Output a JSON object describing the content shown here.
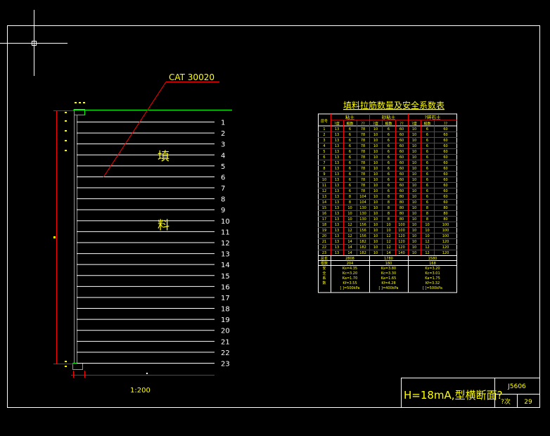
{
  "colors": {
    "background": "#000000",
    "frame": "#ffffff",
    "yellow": "#ffff00",
    "green": "#00ff00",
    "red": "#ff0000",
    "white": "#ffffff"
  },
  "drawing": {
    "leader_label": "CAT  30020",
    "fill_char_1": "填",
    "fill_char_2": "料",
    "scale": "1:200",
    "layer_numbers": [
      "1",
      "2",
      "3",
      "4",
      "5",
      "6",
      "7",
      "8",
      "9",
      "10",
      "11",
      "12",
      "13",
      "14",
      "15",
      "16",
      "17",
      "18",
      "19",
      "20",
      "21",
      "22",
      "23"
    ]
  },
  "table": {
    "title": "填料拉筋数量及安全系数表",
    "corner_header": "层号",
    "groups": [
      "粘土",
      "砂粘土",
      "?碎石土"
    ],
    "sub_headers": [
      "?度",
      "根数",
      "??"
    ],
    "rows": [
      [
        "1",
        "13",
        "6",
        "78",
        "10",
        "6",
        "60",
        "10",
        "6",
        "60"
      ],
      [
        "2",
        "13",
        "6",
        "78",
        "10",
        "6",
        "60",
        "10",
        "6",
        "60"
      ],
      [
        "3",
        "13",
        "6",
        "78",
        "10",
        "6",
        "60",
        "10",
        "6",
        "60"
      ],
      [
        "4",
        "13",
        "6",
        "78",
        "10",
        "6",
        "60",
        "10",
        "6",
        "60"
      ],
      [
        "5",
        "13",
        "6",
        "78",
        "10",
        "6",
        "60",
        "10",
        "6",
        "60"
      ],
      [
        "6",
        "13",
        "6",
        "78",
        "10",
        "6",
        "60",
        "10",
        "6",
        "60"
      ],
      [
        "7",
        "13",
        "6",
        "78",
        "10",
        "6",
        "60",
        "10",
        "6",
        "60"
      ],
      [
        "8",
        "13",
        "6",
        "78",
        "10",
        "6",
        "60",
        "10",
        "6",
        "60"
      ],
      [
        "9",
        "13",
        "6",
        "78",
        "10",
        "6",
        "60",
        "10",
        "6",
        "60"
      ],
      [
        "10",
        "13",
        "6",
        "78",
        "10",
        "6",
        "60",
        "10",
        "6",
        "60"
      ],
      [
        "11",
        "13",
        "6",
        "78",
        "10",
        "6",
        "60",
        "10",
        "6",
        "60"
      ],
      [
        "12",
        "13",
        "6",
        "78",
        "10",
        "6",
        "60",
        "10",
        "6",
        "60"
      ],
      [
        "13",
        "13",
        "8",
        "104",
        "10",
        "8",
        "80",
        "10",
        "6",
        "60"
      ],
      [
        "14",
        "13",
        "8",
        "104",
        "10",
        "8",
        "80",
        "10",
        "6",
        "60"
      ],
      [
        "15",
        "13",
        "10",
        "130",
        "10",
        "8",
        "80",
        "10",
        "8",
        "80"
      ],
      [
        "16",
        "13",
        "10",
        "130",
        "10",
        "8",
        "80",
        "10",
        "8",
        "80"
      ],
      [
        "17",
        "13",
        "10",
        "130",
        "10",
        "8",
        "80",
        "10",
        "8",
        "80"
      ],
      [
        "18",
        "13",
        "12",
        "156",
        "10",
        "10",
        "100",
        "10",
        "10",
        "100"
      ],
      [
        "19",
        "13",
        "12",
        "156",
        "10",
        "10",
        "100",
        "10",
        "10",
        "100"
      ],
      [
        "20",
        "13",
        "12",
        "156",
        "10",
        "12",
        "120",
        "10",
        "10",
        "100"
      ],
      [
        "21",
        "13",
        "14",
        "182",
        "10",
        "12",
        "120",
        "10",
        "12",
        "120"
      ],
      [
        "22",
        "13",
        "14",
        "182",
        "10",
        "12",
        "120",
        "10",
        "12",
        "120"
      ],
      [
        "23",
        "13",
        "14",
        "182",
        "10",
        "14",
        "140",
        "10",
        "12",
        "120"
      ]
    ],
    "summary_rows": [
      {
        "label": "总长",
        "values": [
          "2808",
          "1780",
          "1580"
        ]
      },
      {
        "label": "根数",
        "values": [
          "204",
          "180",
          "168"
        ]
      },
      {
        "label": "安",
        "values": [
          "Ks=4.35",
          "Ks=3.80",
          "Ks=3.20"
        ]
      },
      {
        "label": "全",
        "values": [
          "Kc=3.20",
          "Kc=3.30",
          "Kc=3.01"
        ]
      },
      {
        "label": "系",
        "values": [
          "Ka=1.70",
          "Ka=1.65",
          "Ka=1.75"
        ]
      },
      {
        "label": "数",
        "values": [
          "Kf=3.55",
          "Kf=4.28",
          "Kf=3.32"
        ]
      },
      {
        "label": "",
        "values": [
          "[ ]=500kPa",
          "[ ]=400kPa",
          "[ ]=500kPa"
        ]
      }
    ]
  },
  "title_block": {
    "main_title": "H=18mA,型横断面?",
    "drawing_no": "J5606",
    "sheet_label": "?次",
    "sheet_no": "29"
  }
}
